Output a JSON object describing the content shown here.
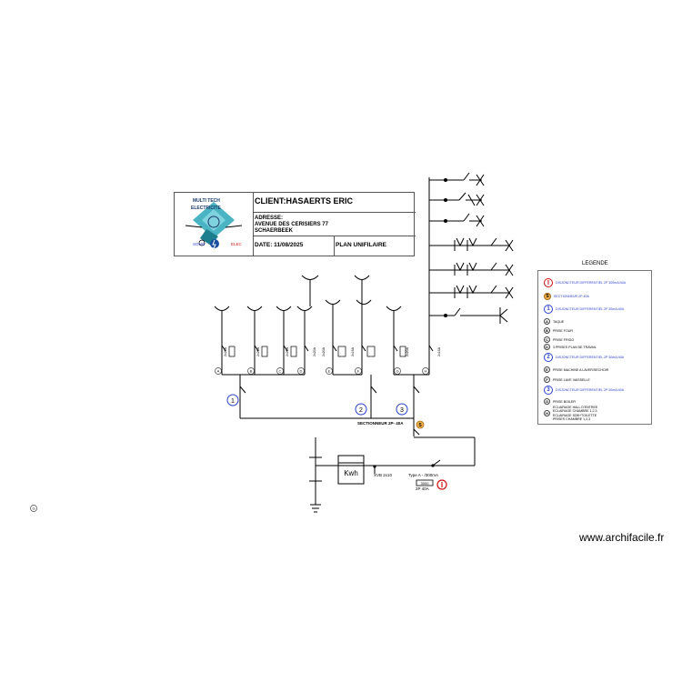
{
  "title_block": {
    "client": "CLIENT:HASAERTS ERIC",
    "address_label": "ADRESSE:",
    "address_line1": "AVENUE DES CERISIERS 77",
    "address_line2": "SCHAERBEEK",
    "date": "DATE: 11/08/2025",
    "plan": "PLAN UNIFILAIRE",
    "logo_text_1": "MULTI TECH",
    "logo_text_2": "ELECTRICITE",
    "logo_tag_left": "SOHO",
    "logo_tag_right": "ELEC"
  },
  "legend": {
    "title": "LEGENDE",
    "items": [
      {
        "symbol": "I",
        "style": "red",
        "text": "DISJONCTEUR DIFFERENTIEL 2P 300mA/40A",
        "blue": true
      },
      {
        "symbol": "S",
        "style": "s",
        "text": "SECTIONNEUR 2P 40A",
        "blue": true
      },
      {
        "symbol": "1",
        "style": "big",
        "text": "DISJONCTEUR DIFFERENTIEL 2P 30mA/40A",
        "blue": true
      },
      {
        "symbol": "A",
        "style": "sm",
        "text": "TAQUE",
        "blue": false
      },
      {
        "symbol": "B",
        "style": "sm",
        "text": "PRISE FOUR",
        "blue": false
      },
      {
        "symbol": "C",
        "style": "sm",
        "text": "PRISE FRIGO",
        "blue": false
      },
      {
        "symbol": "D",
        "style": "sm",
        "text": "3 PRISES PLAN DE TRAVAIL",
        "blue": false
      },
      {
        "symbol": "2",
        "style": "big",
        "text": "DISJONCTEUR DIFFERENTIEL 2P 30mA/40A",
        "blue": true
      },
      {
        "symbol": "E",
        "style": "sm",
        "text": "PRISE MACHINE A LAVER/SECHOIR",
        "blue": false
      },
      {
        "symbol": "F",
        "style": "sm",
        "text": "PRISE LAVE VAISSELLE",
        "blue": false
      },
      {
        "symbol": "3",
        "style": "big",
        "text": "DISJONCTEUR DIFFERENTIEL 2P 30mA/40A",
        "blue": true
      },
      {
        "symbol": "G",
        "style": "sm",
        "text": "PRISE BOILER",
        "blue": false
      },
      {
        "symbol": "H",
        "style": "sm",
        "text": "ECLAIRAGE HALL D'ENTREE\nECLAIRAGE CHAMBRE 1,2,3\nECLAIRAGE SDB+TOILETTE\nPRISES CHAMBRE 1,2,3",
        "blue": false
      }
    ]
  },
  "diagram": {
    "sectionneur_label": "SECTIONNEUR 2P- 40A",
    "kwh_label": "Kwh",
    "cable_label": "XVB 2x10",
    "type_label": "Type A - /300mA",
    "rating_box": "3000",
    "breaker_label": "2P 40A",
    "group_numbers": [
      "1",
      "2",
      "3"
    ],
    "circuit_letters": [
      "A",
      "B",
      "C",
      "D",
      "E",
      "F",
      "G",
      "H"
    ],
    "circuit_ratings": [
      "2x20A",
      "2x20A",
      "2x20A",
      "2x20A",
      "2x20A",
      "2x16A",
      "2x20A",
      "2x16A"
    ],
    "stray_symbol": "G"
  },
  "watermark": "www.archifacile.fr",
  "colors": {
    "accent_blue": "#2b3fd0",
    "danger_red": "#d01010",
    "sect_orange": "#f2b24a",
    "logo_teal": "#2aa7b8"
  }
}
